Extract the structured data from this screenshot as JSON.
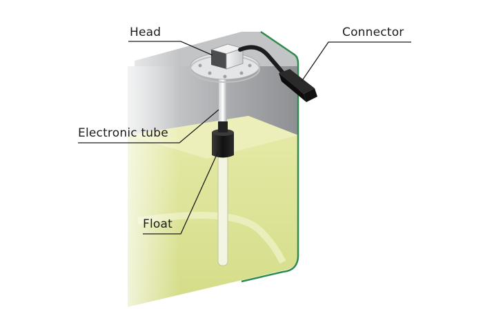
{
  "labels": {
    "head": "Head",
    "connector": "Connector",
    "electronic_tube": "Electronic tube",
    "float": "Float"
  },
  "colors": {
    "tank_gray": "#9a9b9e",
    "liquid": "#dfe69e",
    "edge_green": "#2f8a4e",
    "leader_line": "#1a1a1a"
  }
}
